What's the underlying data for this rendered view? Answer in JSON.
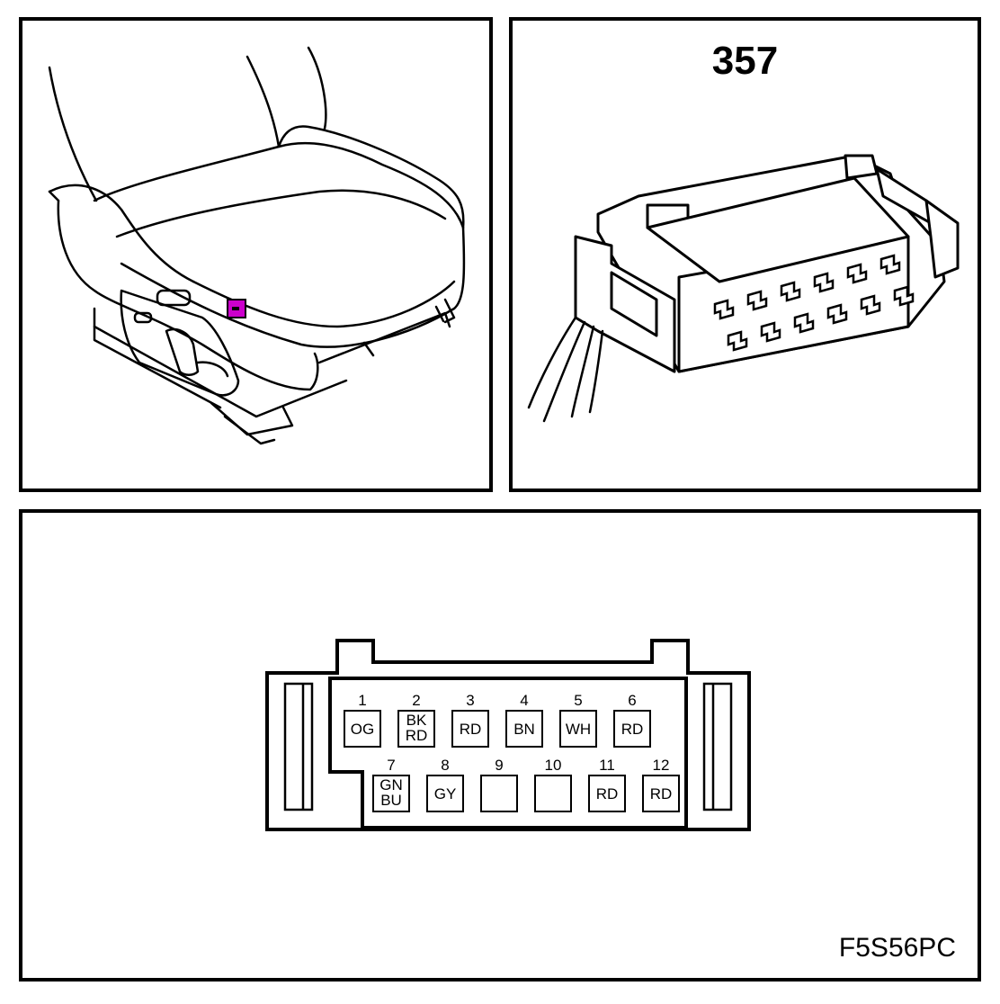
{
  "connector": {
    "number": "357",
    "figure_code": "F5S56PC"
  },
  "colors": {
    "line": "#000000",
    "highlight": "#cc00cc"
  },
  "pins": [
    {
      "num": "1",
      "color": [
        "OG"
      ]
    },
    {
      "num": "2",
      "color": [
        "BK",
        "RD"
      ]
    },
    {
      "num": "3",
      "color": [
        "RD"
      ]
    },
    {
      "num": "4",
      "color": [
        "BN"
      ]
    },
    {
      "num": "5",
      "color": [
        "WH"
      ]
    },
    {
      "num": "6",
      "color": [
        "RD"
      ]
    },
    {
      "num": "7",
      "color": [
        "GN",
        "BU"
      ]
    },
    {
      "num": "8",
      "color": [
        "GY"
      ]
    },
    {
      "num": "9",
      "color": []
    },
    {
      "num": "10",
      "color": []
    },
    {
      "num": "11",
      "color": [
        "RD"
      ]
    },
    {
      "num": "12",
      "color": [
        "RD"
      ]
    }
  ]
}
